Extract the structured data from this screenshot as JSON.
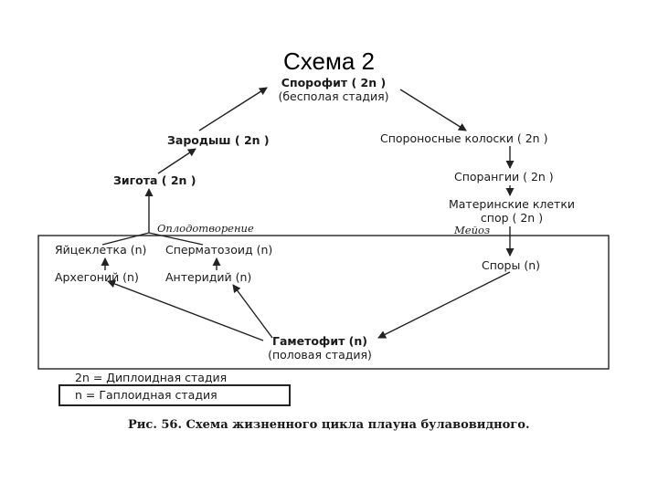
{
  "title": "Схема 2",
  "nodes": {
    "sporophyte": "Спорофит ( 2n )",
    "sporophyte_sub": "(бесполая стадия)",
    "embryo": "Зародыш ( 2n )",
    "zygote": "Зигота ( 2n )",
    "spikelets": "Спороносные колоски ( 2n )",
    "sporangia": "Спорангии ( 2n )",
    "mother_cells_l1": "Материнские клетки",
    "mother_cells_l2": "спор ( 2n )",
    "meiosis": "Мейоз",
    "fertilization": "Оплодотворение",
    "egg": "Яйцеклетка (n)",
    "sperm": "Сперматозоид (n)",
    "archegonium": "Архегоний (n)",
    "antheridium": "Антеридий (n)",
    "spores": "Споры (n)",
    "gametophyte": "Гаметофит (n)",
    "gametophyte_sub": "(половая стадия)"
  },
  "legend": {
    "diploid": "2n = Диплоидная стадия",
    "haploid": "n = Гаплоидная стадия"
  },
  "caption": "Рис. 56. Схема жизненного цикла плауна булавовидного."
}
